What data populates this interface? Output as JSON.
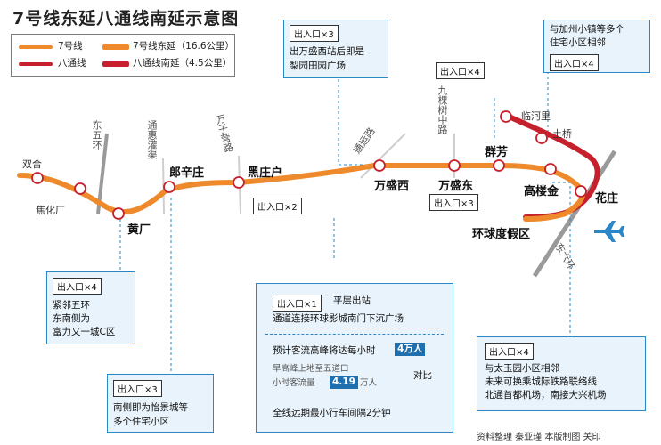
{
  "title": "7号线东延八通线南延示意图",
  "legend": {
    "line7": "7号线",
    "line7_ext": "7号线东延（16.6公里）",
    "batong": "八通线",
    "batong_ext": "八通线南延（4.5公里）"
  },
  "colors": {
    "line7": "#ee8a2b",
    "batong": "#c6202c",
    "box_border": "#2a86c5",
    "box_bg": "#e8f3fb"
  },
  "stations": {
    "shuanghe": "双合",
    "jiaohuachang": "焦化厂",
    "huangchang": "黄厂",
    "langxinzhuang": "郎辛庄",
    "heizhuanghu": "黑庄户",
    "wanshengxi": "万盛西",
    "wanshengdong": "万盛东",
    "qunfang": "群芳",
    "gaoloujin": "高楼金",
    "huazhuang": "花庄",
    "huanqiu": "环球度假区",
    "linheli": "临河里",
    "tuqiao": "土桥"
  },
  "roads": {
    "dongwuhuan": "东五环",
    "tonghuiguanqu": "通惠灌渠",
    "wanziyinglu": "万子营路",
    "tongyunlu": "通运路",
    "jiukeshu": "九棵树中路",
    "donglihuan": "东六环"
  },
  "exits": {
    "x2": "出入口×2",
    "x3": "出入口×3",
    "x4": "出入口×4",
    "x1": "出入口×1"
  },
  "boxes": {
    "wanshengxi_note_line1": "出万盛西站后即是",
    "wanshengxi_note_line2": "梨园田园广场",
    "huazhuang_note_line1": "与加州小镇等多个",
    "huazhuang_note_line2": "住宅小区相邻",
    "huangchang_note_line1": "紧邻五环",
    "huangchang_note_line2": "东南侧为",
    "huangchang_note_line3": "富力又一城C区",
    "langxin_note_line1": "南侧即为怡景城等",
    "langxin_note_line2": "多个住宅小区",
    "huanqiu_exit_type": "平层出站",
    "huanqiu_note": "通道连接环球影城南门下沉广场",
    "peak_label": "预计客流高峰将达每小时",
    "peak_value": "4万人",
    "early_label1": "早高峰上地至五道口",
    "early_label2": "小时客流量",
    "early_value": "4.19",
    "early_unit": "万人",
    "compare": "对比",
    "interval": "全线远期最小行车间隔2分钟",
    "gaolou_note_line1": "与太玉园小区相邻",
    "gaolou_note_line2": "未来可换乘城际铁路联络线",
    "gaolou_note_line3": "北通首都机场，南接大兴机场"
  },
  "credit": "资料整理  秦亚瑾  本版制图  关印"
}
